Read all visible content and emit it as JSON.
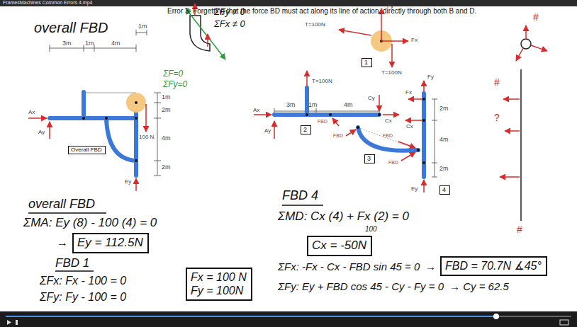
{
  "diagram": {
    "title": "Error 3: Forgetting that the force BD must act along its line of action, directly through both B and D.",
    "nodes": [
      {
        "text": [
          "1"
        ]
      },
      {
        "text": [
          "2"
        ]
      },
      {
        "text": [
          "Overall FBD"
        ]
      },
      {
        "text": [
          "3"
        ]
      },
      {
        "text": [
          "4"
        ]
      },
      {
        "text": [
          "Ey = 112.5N"
        ]
      },
      {
        "text": [
          "Fx = 100 N",
          "Fy = 100N"
        ]
      },
      {
        "text": [
          "Cx = -50N"
        ]
      },
      {
        "text": [
          "FBD = 70.7N ∡45°"
        ]
      }
    ],
    "labels": [
      "FramesMachines Common Errors 4.mp4",
      "overall FBD",
      "3m",
      "1m",
      "4m",
      "1m",
      "1m",
      "2m",
      "4m",
      "2m",
      "Ax",
      "Ay",
      "100 N",
      "Ey",
      "ΣFy ≠ 0",
      "ΣFx ≠ 0",
      "ΣF=0",
      "ΣFy=0",
      "T=100N",
      "Fy",
      "Fx",
      "T=100N",
      "T=100N",
      "3m",
      "1m",
      "4m",
      "Cy",
      "Ax",
      "Ay",
      "Cx",
      "FBD",
      "FBD",
      "FBD",
      "FBD",
      "Fx",
      "Fy",
      "Cx",
      "2m",
      "4m",
      "2m",
      "Ey",
      "#",
      "#",
      "?",
      "#",
      "overall FBD",
      "ΣMA: Ey (8) - 100 (4) = 0",
      "→",
      "FBD 1",
      "ΣFx: Fx - 100 = 0",
      "ΣFy: Fy - 100 = 0",
      "FBD 4",
      "ΣMD: Cx (4) + Fx (2) = 0",
      "100",
      "ΣFx: -Fx - Cx - FBD sin 45 = 0",
      "→",
      "ΣFy: Ey + FBD cos 45 - Cy - Fy = 0",
      "→ Cy = 62.5"
    ]
  }
}
